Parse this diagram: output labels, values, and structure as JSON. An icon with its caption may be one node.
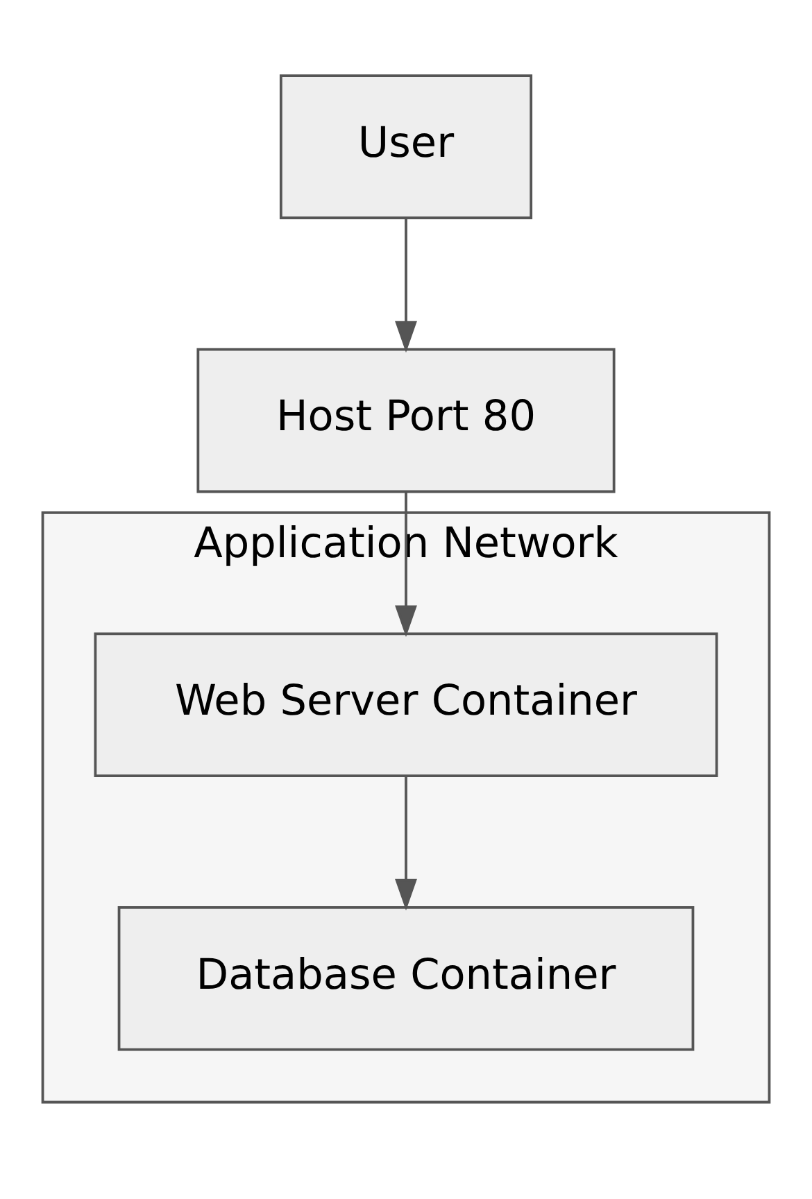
{
  "diagram": {
    "nodes": [
      {
        "text": [
          "User"
        ]
      },
      {
        "text": [
          "Host Port 80"
        ]
      },
      {
        "text": [
          "Application Network"
        ]
      },
      {
        "text": [
          "Web Server Container"
        ],
        "in": 2
      },
      {
        "text": [
          "Database Container"
        ],
        "in": 2
      }
    ],
    "edges": [
      {
        "from": 0,
        "to": 1,
        "arrow": "to"
      },
      {
        "from": 1,
        "to": 3,
        "arrow": "to"
      },
      {
        "from": 3,
        "to": 4,
        "arrow": "to"
      }
    ]
  }
}
